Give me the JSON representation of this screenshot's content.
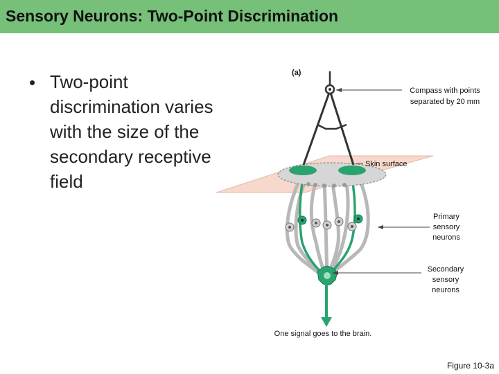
{
  "slide": {
    "title": "Sensory Neurons: Two-Point Discrimination",
    "bullet": "Two-point discrimination varies with the size of the secondary receptive field",
    "figure_ref": "Figure 10-3a"
  },
  "figure": {
    "panel_label": "(a)",
    "compass_label_1": "Compass with points",
    "compass_label_2": "separated by 20 mm",
    "skin_label": "Skin surface",
    "primary_label_1": "Primary",
    "primary_label_2": "sensory",
    "primary_label_3": "neurons",
    "secondary_label_1": "Secondary",
    "secondary_label_2": "sensory",
    "secondary_label_3": "neurons",
    "signal_label": "One signal goes to the brain."
  },
  "colors": {
    "title_bar": "#76c07a",
    "neuron_green": "#2aa36e",
    "neuron_gray": "#b8b8b8",
    "skin_plane": "#f6d9cc"
  }
}
